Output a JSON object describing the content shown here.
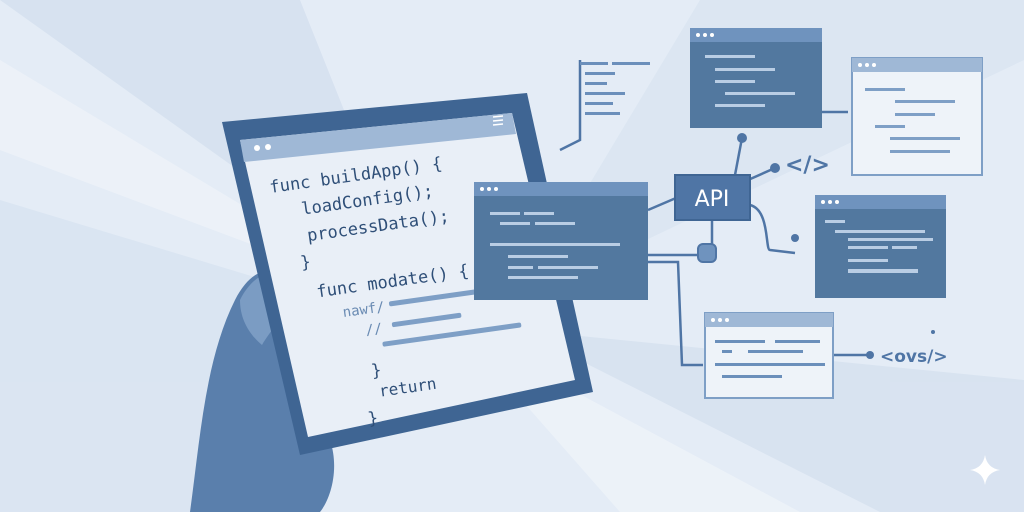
{
  "tablet": {
    "code_lines": [
      "func buildApp() {",
      "  loadConfig();",
      "  processData();",
      "}",
      "func modate() {",
      "nawf/",
      "//",
      "}",
      "return",
      "}"
    ]
  },
  "diagram": {
    "api_label": "API",
    "code_tag_1": "</>",
    "code_tag_2": "<ovs/>"
  },
  "colors": {
    "background": "#e4ecf6",
    "primary": "#4f75a5",
    "dark_window": "#52789f",
    "light_window": "#eef3f9",
    "code_text": "#2f4f78"
  }
}
